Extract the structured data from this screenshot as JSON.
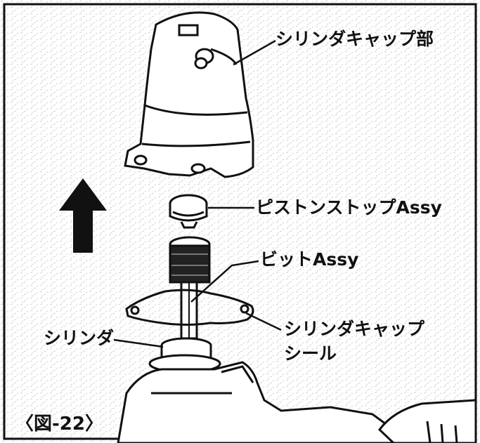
{
  "figure": {
    "caption": "〈図-22〉",
    "labels": {
      "cylinder_cap": "シリンダキャップ部",
      "piston_stopper": "ピストンストップAssy",
      "bit": "ビットAssy",
      "cap_seal_line1": "シリンダキャップ",
      "cap_seal_line2": "シール",
      "cylinder": "シリンダ"
    },
    "colors": {
      "ink": "#111111",
      "paper": "#ffffff",
      "texture": "#c9c9c9"
    }
  }
}
